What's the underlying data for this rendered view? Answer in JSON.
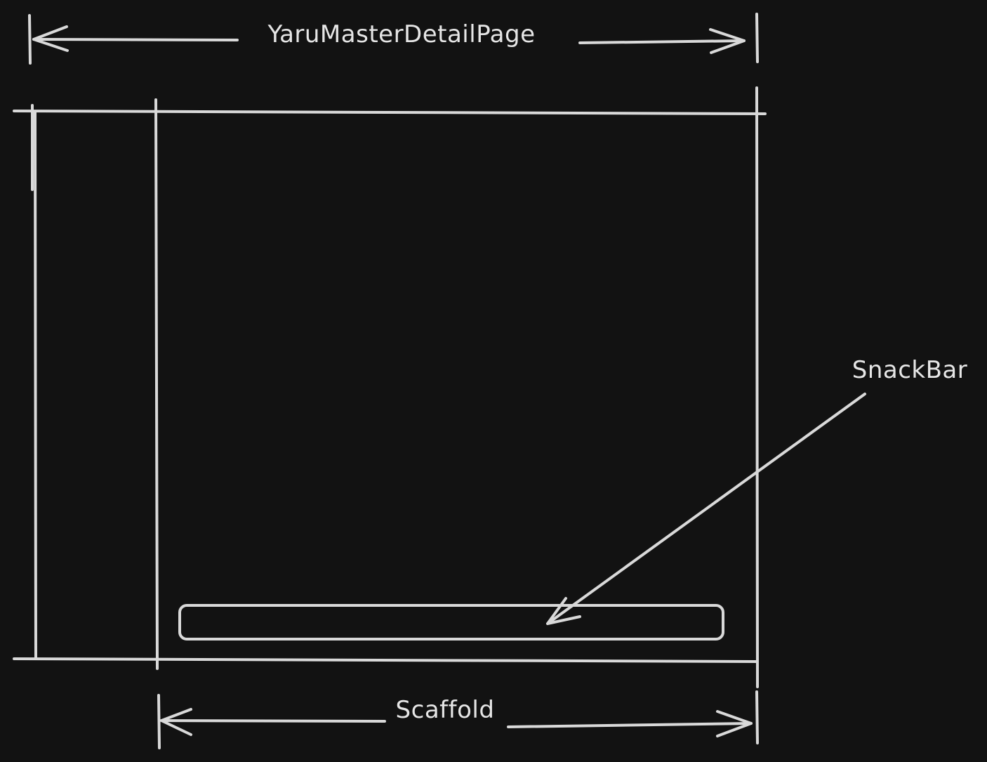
{
  "labels": {
    "page": "YaruMasterDetailPage",
    "scaffold": "Scaffold",
    "snackbar": "SnackBar"
  },
  "colors": {
    "background": "#121212",
    "stroke": "#d9d9d9",
    "text": "#e6e6e6"
  }
}
